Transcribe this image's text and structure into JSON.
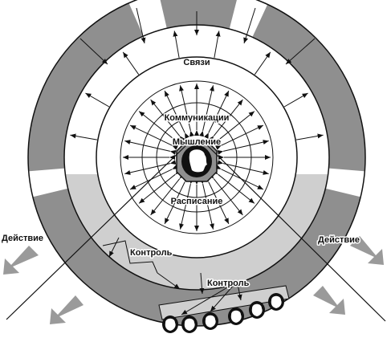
{
  "diagram": {
    "labels": {
      "links": "Связи",
      "communications": "Коммуникации",
      "thinking": "Мышление",
      "schedule": "Расписание",
      "action_left": "Действие",
      "action_right": "Действие",
      "control_left": "Контроль",
      "control_bottom": "Контроль"
    },
    "colors": {
      "ring_dark": "#8f8f8f",
      "ring_light": "#cfcfcf",
      "arrow_gray": "#9a9a9a",
      "stroke": "#111111",
      "background": "#ffffff"
    },
    "icons": {
      "center": "head-silhouette-icon",
      "people": "face-icon"
    }
  }
}
